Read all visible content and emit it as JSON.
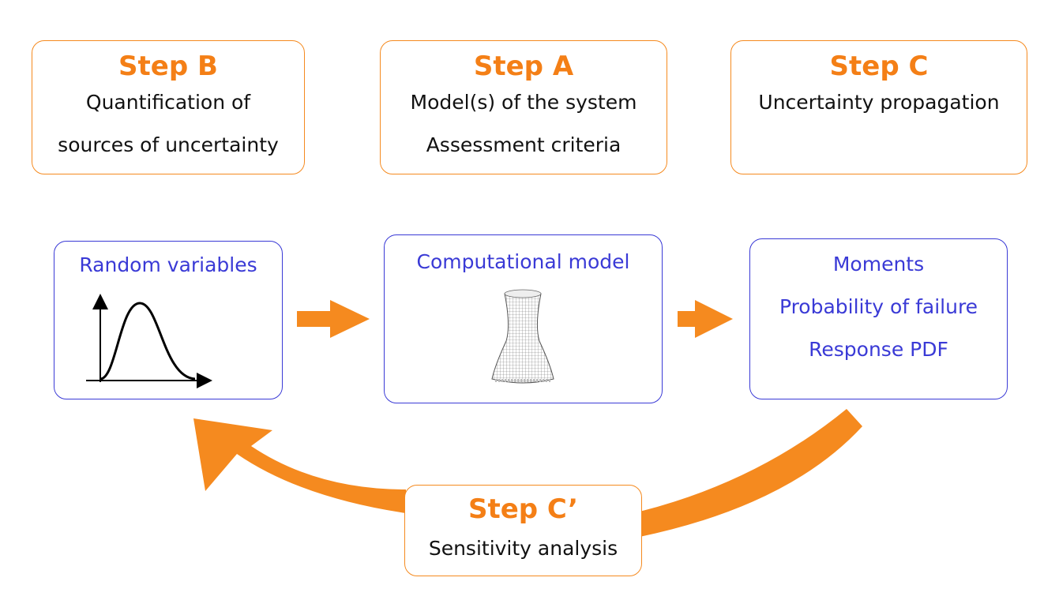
{
  "steps": {
    "b": {
      "title": "Step B",
      "lines": [
        "Quantification of",
        "sources of uncertainty"
      ]
    },
    "a": {
      "title": "Step A",
      "lines": [
        "Model(s) of the system",
        "Assessment criteria"
      ]
    },
    "c": {
      "title": "Step C",
      "lines": [
        "Uncertainty propagation"
      ]
    },
    "c_prime": {
      "title": "Step C’",
      "lines": [
        "Sensitivity analysis"
      ]
    }
  },
  "blocks": {
    "random_variables": {
      "label": "Random variables"
    },
    "computational_model": {
      "label": "Computational model"
    },
    "outputs": {
      "lines": [
        "Moments",
        "Probability of failure",
        "Response PDF"
      ]
    }
  },
  "colors": {
    "accent": "#f47f16",
    "blue": "#3a3ad6",
    "text": "#111111"
  },
  "icons": [
    "pdf-curve-icon",
    "cooling-tower-mesh-icon",
    "arrow-right-icon",
    "feedback-arrow-icon"
  ]
}
